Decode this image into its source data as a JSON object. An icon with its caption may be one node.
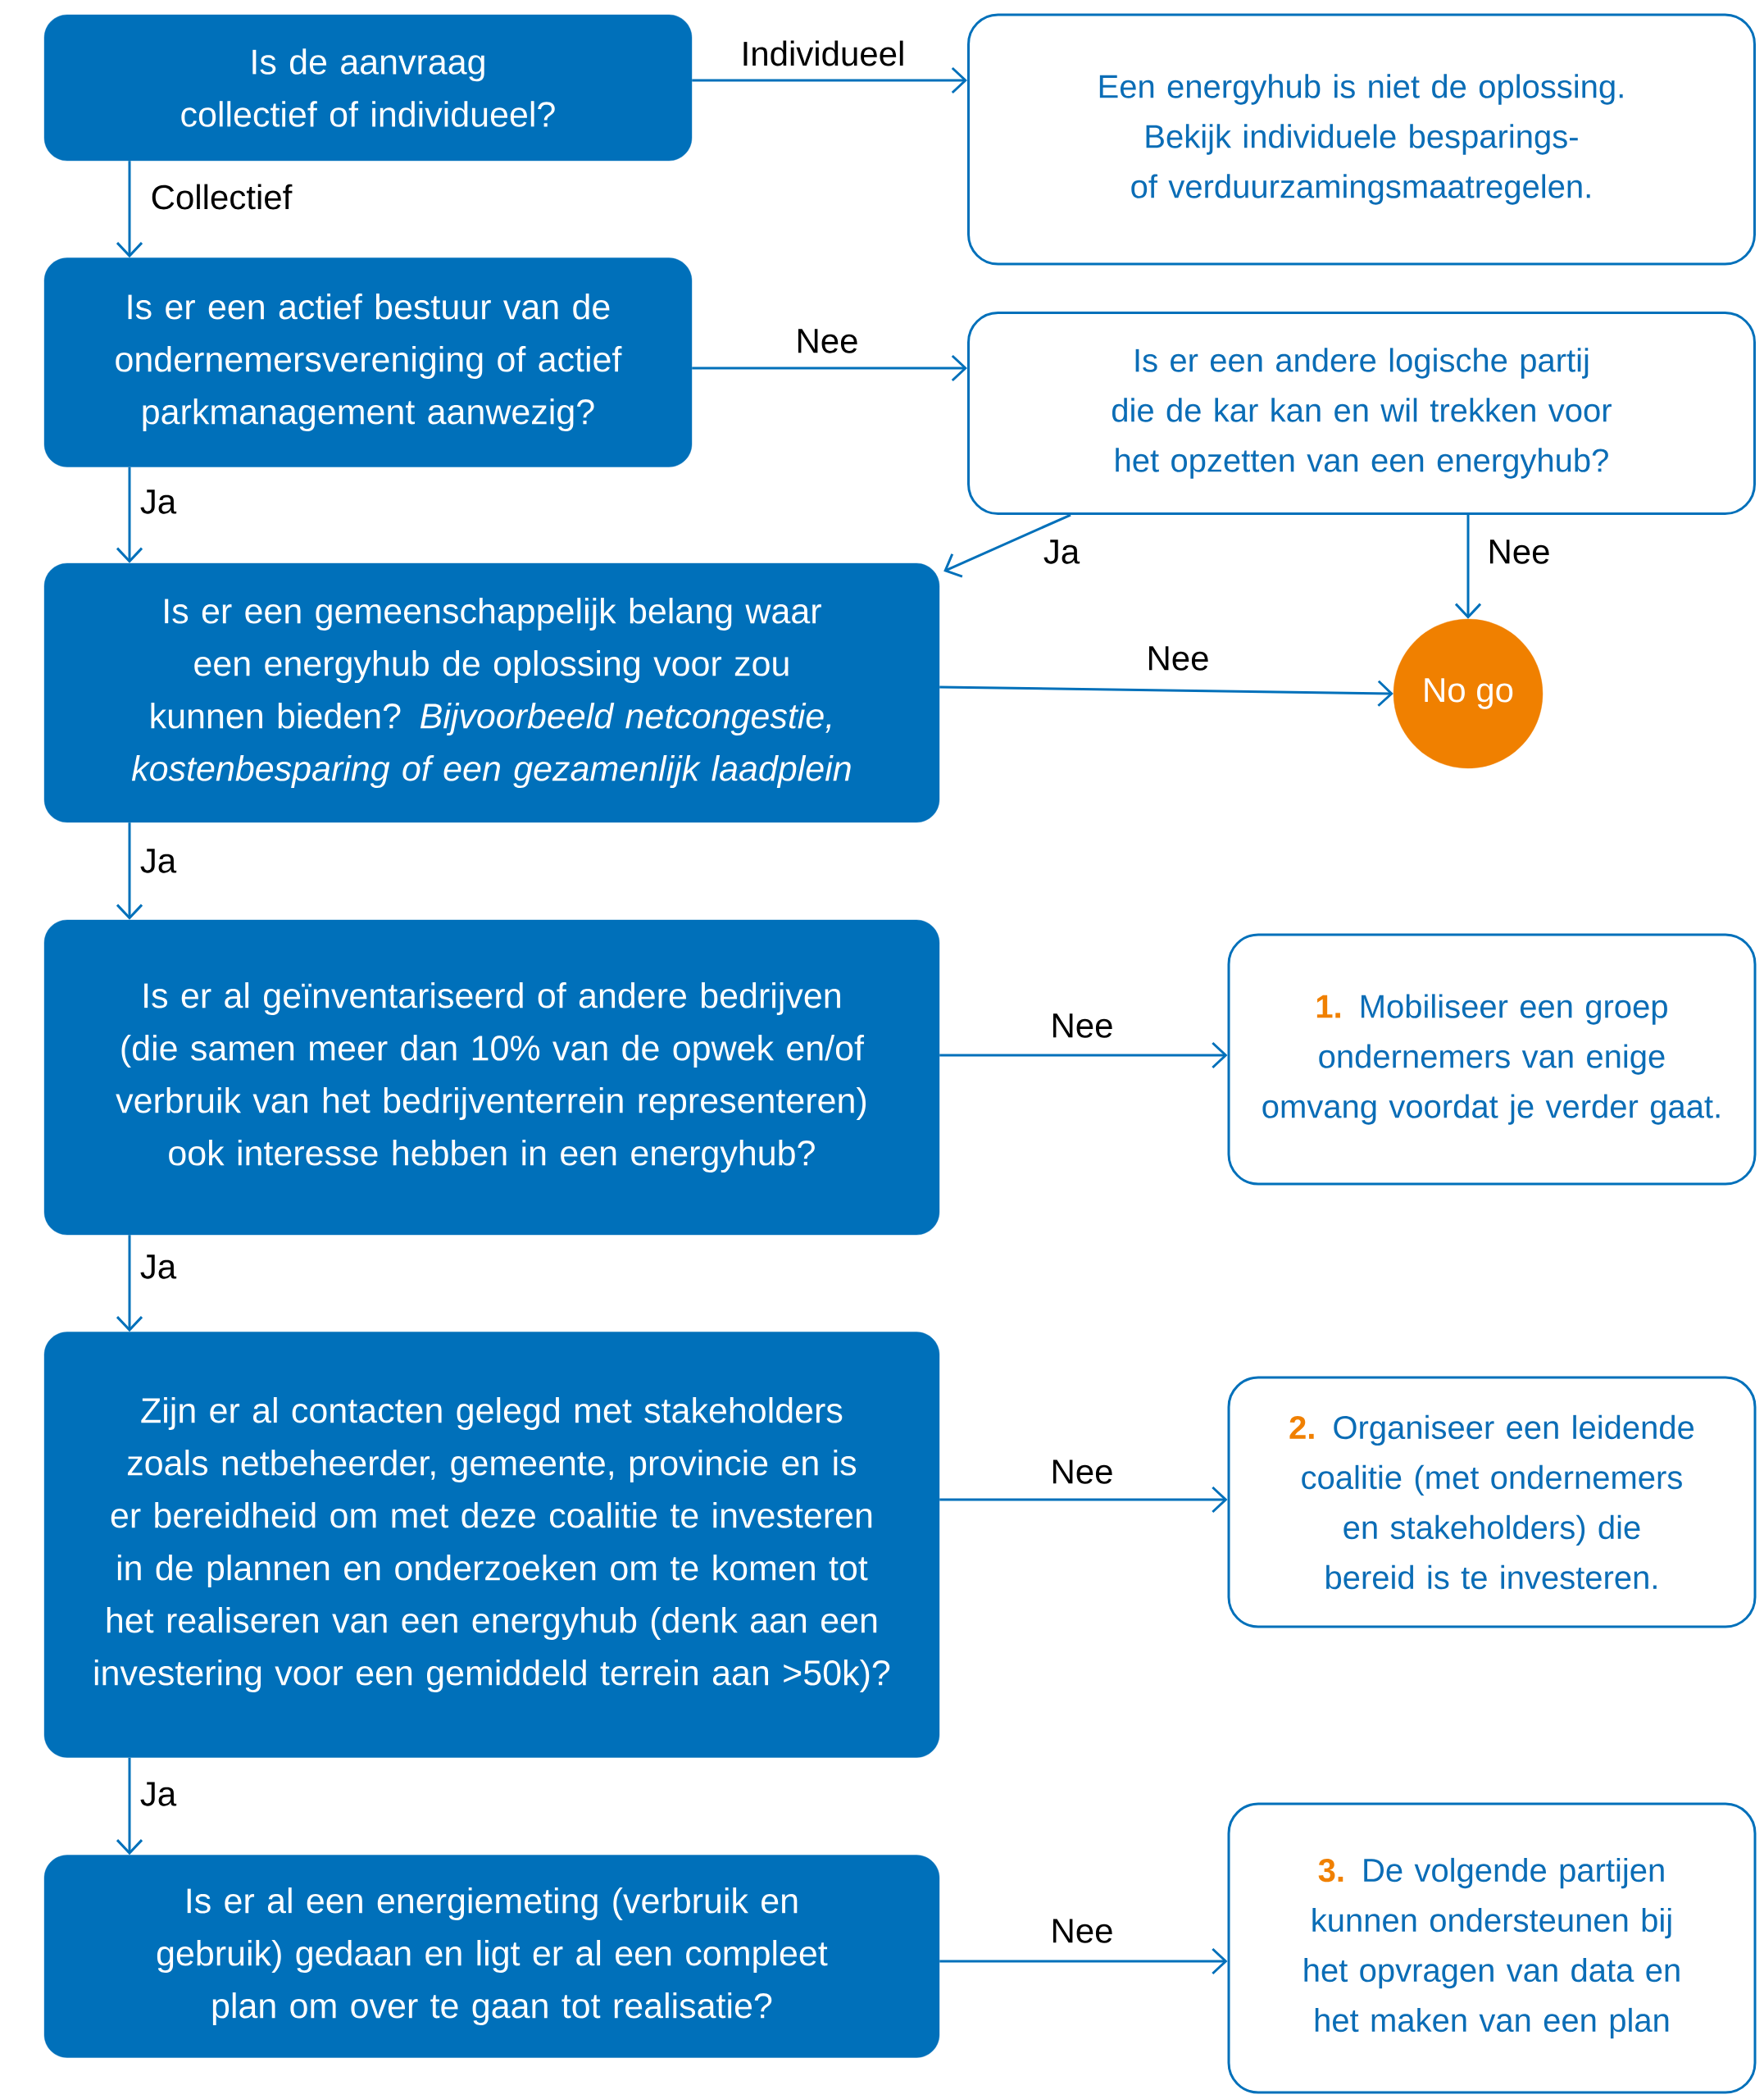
{
  "diagram": {
    "nodes": [
      {
        "text": [
          "Is de aanvraag collectief of individueel?"
        ]
      },
      {
        "text": [
          "Een energyhub is niet de oplossing. Bekijk individuele besparings- of verduurzamingsmaatregelen."
        ]
      },
      {
        "text": [
          "Is er een actief bestuur van de ondernemersvereniging of actief parkmanagement aanwezig?"
        ]
      },
      {
        "text": [
          "Is er een andere logische partij die de kar kan en wil trekken voor het opzetten van een energyhub?"
        ]
      },
      {
        "text": [
          "Is er een gemeenschappelijk belang waar een energyhub de oplossing voor zou kunnen bieden? *Bijvoorbeeld netcongestie, kostenbesparing of een gezamenlijk laadplein*"
        ]
      },
      {
        "text": [
          "No go"
        ]
      },
      {
        "text": [
          "Is er al geïnventariseerd of andere bedrijven (die samen meer dan 10% van de opwek en/of verbruik van het bedrijventerrein representeren) ook interesse hebben in een energyhub?"
        ]
      },
      {
        "text": [
          "1.",
          "Mobiliseer een groep ondernemers van enige omvang voordat je verder gaat."
        ]
      },
      {
        "text": [
          "Zijn er al contacten gelegd met stakeholders zoals netbeheerder, gemeente, provincie en is er bereidheid om met deze coalitie te investeren in de plannen en onderzoeken om te komen tot het realiseren van een energyhub (denk aan een investering voor een gemiddeld terrein aan >50k)?"
        ]
      },
      {
        "text": [
          "2.",
          "Organiseer een leidende coalitie (met ondernemers en stakeholders) die bereid is te investeren."
        ]
      },
      {
        "text": [
          "Is er al een energiemeting (verbruik en gebruik) gedaan en ligt er al een compleet plan om over te gaan tot realisatie?"
        ]
      },
      {
        "text": [
          "3.",
          "De volgende partijen kunnen ondersteunen bij het opvragen van data en het maken van een plan"
        ]
      }
    ],
    "edges": [
      {
        "from": 0,
        "to": 1,
        "arrow": "to",
        "label": "Individueel"
      },
      {
        "from": 0,
        "to": 2,
        "arrow": "to",
        "label": "Collectief"
      },
      {
        "from": 2,
        "to": 3,
        "arrow": "to",
        "label": "Nee"
      },
      {
        "from": 2,
        "to": 4,
        "arrow": "to",
        "label": "Ja"
      },
      {
        "from": 3,
        "to": 4,
        "arrow": "to",
        "label": "Ja"
      },
      {
        "from": 3,
        "to": 5,
        "arrow": "to",
        "label": "Nee"
      },
      {
        "from": 4,
        "to": 5,
        "arrow": "to",
        "label": "Nee"
      },
      {
        "from": 4,
        "to": 6,
        "arrow": "to",
        "label": "Ja"
      },
      {
        "from": 6,
        "to": 7,
        "arrow": "to",
        "label": "Nee"
      },
      {
        "from": 6,
        "to": 8,
        "arrow": "to",
        "label": "Ja"
      },
      {
        "from": 8,
        "to": 9,
        "arrow": "to",
        "label": "Nee"
      },
      {
        "from": 8,
        "to": 10,
        "arrow": "to",
        "label": "Ja"
      },
      {
        "from": 10,
        "to": 11,
        "arrow": "to",
        "label": "Nee"
      }
    ]
  }
}
